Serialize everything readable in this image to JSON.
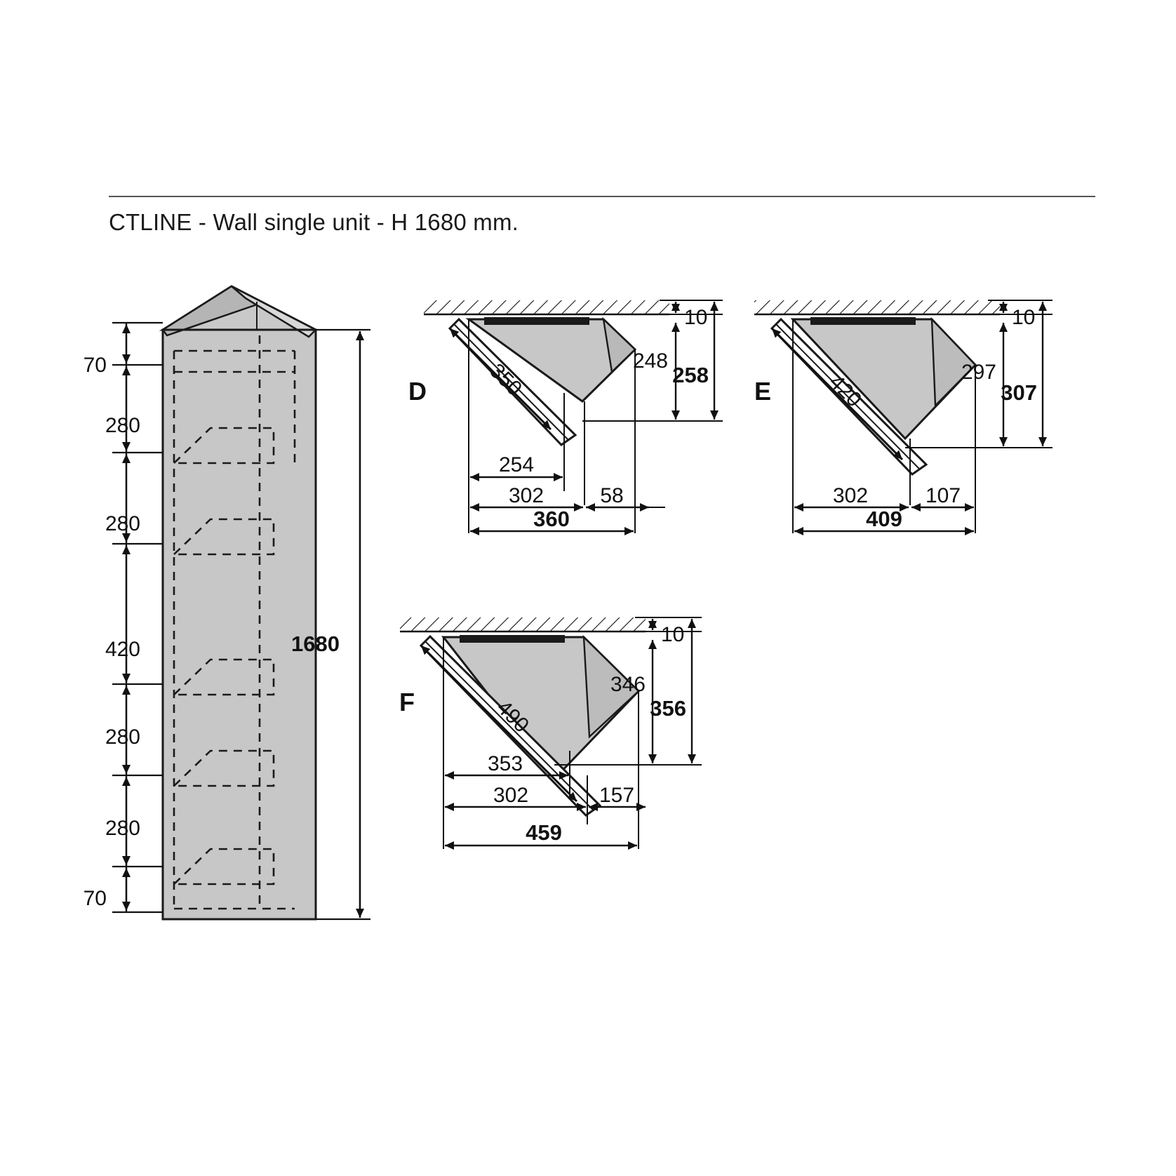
{
  "document": {
    "title": "CTLINE - Wall single unit - H 1680 mm."
  },
  "views": {
    "front": {
      "name": "front-elevation",
      "total_height": "1680",
      "segments": [
        "70",
        "280",
        "280",
        "420",
        "280",
        "280",
        "70"
      ]
    },
    "plan_d": {
      "label": "D",
      "door_length": "350",
      "top_gap": "10",
      "depth_inner": "248",
      "depth_total": "258",
      "width_inner": "254",
      "width_base": "302",
      "width_overhang": "58",
      "width_total": "360"
    },
    "plan_e": {
      "label": "E",
      "door_length": "420",
      "top_gap": "10",
      "depth_inner": "297",
      "depth_total": "307",
      "width_base": "302",
      "width_overhang": "107",
      "width_total": "409"
    },
    "plan_f": {
      "label": "F",
      "door_length": "490",
      "top_gap": "10",
      "depth_inner": "346",
      "depth_total": "356",
      "width_inner": "353",
      "width_base": "302",
      "width_overhang": "157",
      "width_total": "459"
    }
  },
  "colors": {
    "body_fill": "#c7c7c7",
    "body_fill_light": "#d4d4d4",
    "outline": "#1a1a1a",
    "dark_band": "#1a1a1a"
  }
}
